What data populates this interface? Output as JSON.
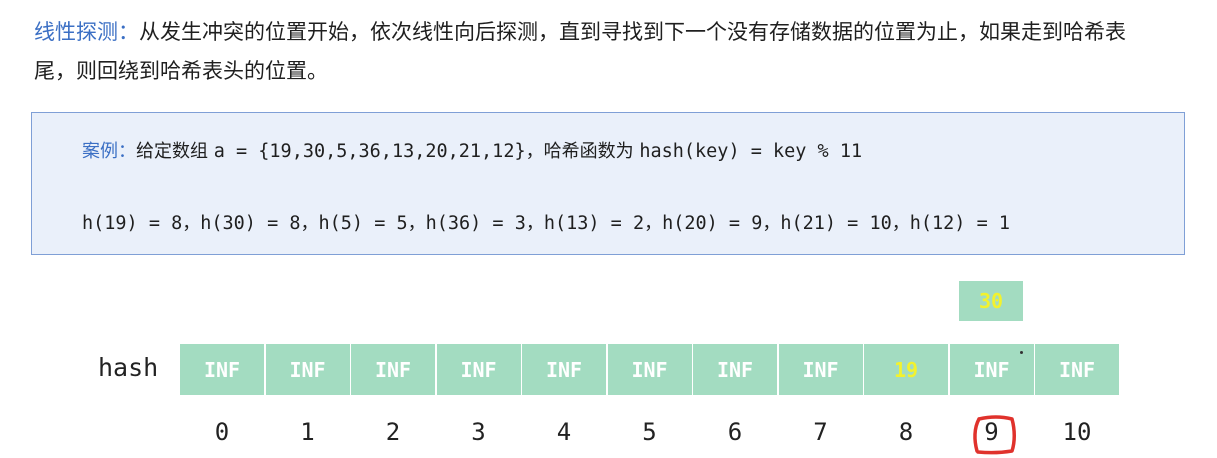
{
  "intro": {
    "term": "线性探测",
    "colon": "：",
    "text": "从发生冲突的位置开始，依次线性向后探测，直到寻找到下一个没有存储数据的位置为止，如果走到哈希表尾，则回绕到哈希表头的位置。"
  },
  "example": {
    "label": "案例",
    "colon": "：",
    "given": "给定数组 ",
    "array_expr": "a = {19,30,5,36,13,20,21,12}",
    "hash_desc": "，哈希函数为 ",
    "hash_expr": "hash(key) = key % 11",
    "results": [
      {
        "expr": "h(19) = 8"
      },
      {
        "expr": "h(30) = 8"
      },
      {
        "expr": "h(5) = 5"
      },
      {
        "expr": "h(36) = 3"
      },
      {
        "expr": "h(13) = 2"
      },
      {
        "expr": "h(20) = 9"
      },
      {
        "expr": "h(21) = 10"
      },
      {
        "expr": "h(12) = 1"
      }
    ],
    "separator": "，"
  },
  "table": {
    "label": "hash",
    "cells": [
      "INF",
      "INF",
      "INF",
      "INF",
      "INF",
      "INF",
      "INF",
      "INF",
      "19",
      "INF",
      "INF"
    ],
    "highlight_index": 8,
    "indices": [
      "0",
      "1",
      "2",
      "3",
      "4",
      "5",
      "6",
      "7",
      "8",
      "9",
      "10"
    ],
    "pending_value": "30",
    "annotated_index": 9,
    "cell_color": "#a3dcc1",
    "highlight_text_color": "#f2f22e",
    "annotation_color": "#e0322c"
  }
}
